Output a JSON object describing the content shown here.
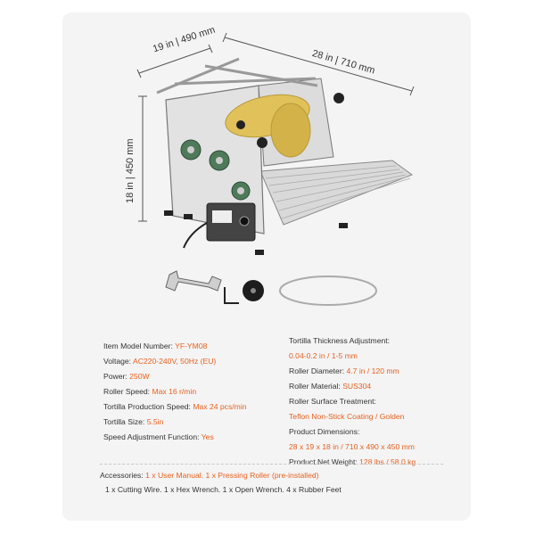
{
  "dimensions": {
    "depth": "19 in | 490 mm",
    "width": "28 in | 710 mm",
    "height": "18 in | 450 mm"
  },
  "specs_left": [
    {
      "label": "Item Model Number: ",
      "value": "YF-YM08"
    },
    {
      "label": "Voltage:  ",
      "value": "AC220-240V, 50Hz (EU)"
    },
    {
      "label": "Power: ",
      "value": "250W"
    },
    {
      "label": "Roller Speed: ",
      "value": "Max 16 r/min"
    },
    {
      "label": "Tortilla Production Speed: ",
      "value": "Max 24 pcs/min"
    },
    {
      "label": "Tortilla Size: ",
      "value": "5.5in"
    },
    {
      "label": "Speed Adjustment Function: ",
      "value": "Yes"
    }
  ],
  "specs_right": {
    "thickness_label": "Tortilla Thickness Adjustment:",
    "thickness_value": "0.04-0.2 in / 1-5 mm",
    "diameter_label": "Roller Diameter: ",
    "diameter_value": "4.7 in / 120 mm",
    "material_label": "Roller Material: ",
    "material_value": "SUS304",
    "surface_label": "Roller Surface Treatment:",
    "surface_value": "Teflon Non-Stick Coating / Golden",
    "dimensions_label": "Product Dimensions:",
    "dimensions_value": "28 x 19 x 18 in / 710 x 490 x 450 mm",
    "weight_label": "Product Net Weight: ",
    "weight_value": "128 lbs / 58.0 kg"
  },
  "accessories": {
    "label": "Accessories:  ",
    "line1": "1 x User Manual.  1 x Pressing Roller (pre-installed)",
    "line2": "1 x Cutting Wire.  1 x Hex Wrench.  1 x Open Wrench.  4 x Rubber Feet"
  },
  "colors": {
    "accent": "#e8611f",
    "text": "#333333",
    "card": "#f4f4f4",
    "roller": "#e0c15a"
  }
}
